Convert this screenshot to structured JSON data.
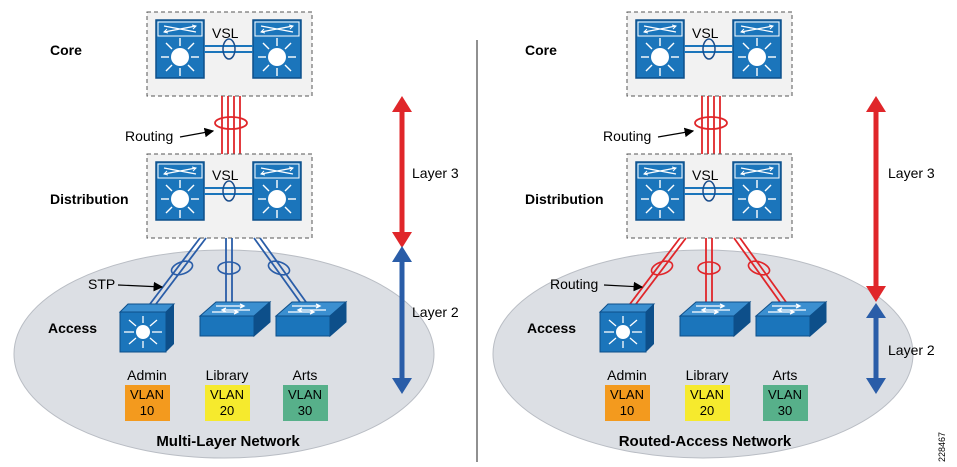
{
  "figure_id": "228467",
  "colors": {
    "cloud": "#dcdfe4",
    "device": "#1b75bb",
    "device_dark": "#0d4f8a",
    "layer2_line": "#2a5da8",
    "layer3_line": "#e0262a",
    "layer3_arrow": "#e0262a",
    "layer2_arrow": "#2a5da8",
    "vlan_admin": "#f39a1e",
    "vlan_library": "#f6ea2d",
    "vlan_arts": "#57b08a"
  },
  "left": {
    "title": "Multi-Layer Network",
    "core_label": "Core",
    "distribution_label": "Distribution",
    "access_label": "Access",
    "vsl_core": "VSL",
    "vsl_dist": "VSL",
    "routing_label": "Routing",
    "stp_label": "STP",
    "layer3_label": "Layer 3",
    "layer2_label": "Layer 2",
    "access_switches": [
      {
        "name": "Admin",
        "vlan_word": "VLAN",
        "vlan_num": "10",
        "color": "#f39a1e"
      },
      {
        "name": "Library",
        "vlan_word": "VLAN",
        "vlan_num": "20",
        "color": "#f6ea2d"
      },
      {
        "name": "Arts",
        "vlan_word": "VLAN",
        "vlan_num": "30",
        "color": "#57b08a"
      }
    ]
  },
  "right": {
    "title": "Routed-Access Network",
    "core_label": "Core",
    "distribution_label": "Distribution",
    "access_label": "Access",
    "vsl_core": "VSL",
    "vsl_dist": "VSL",
    "routing_label_upper": "Routing",
    "routing_label_lower": "Routing",
    "layer3_label": "Layer 3",
    "layer2_label": "Layer 2",
    "access_switches": [
      {
        "name": "Admin",
        "vlan_word": "VLAN",
        "vlan_num": "10",
        "color": "#f39a1e"
      },
      {
        "name": "Library",
        "vlan_word": "VLAN",
        "vlan_num": "20",
        "color": "#f6ea2d"
      },
      {
        "name": "Arts",
        "vlan_word": "VLAN",
        "vlan_num": "30",
        "color": "#57b08a"
      }
    ]
  }
}
